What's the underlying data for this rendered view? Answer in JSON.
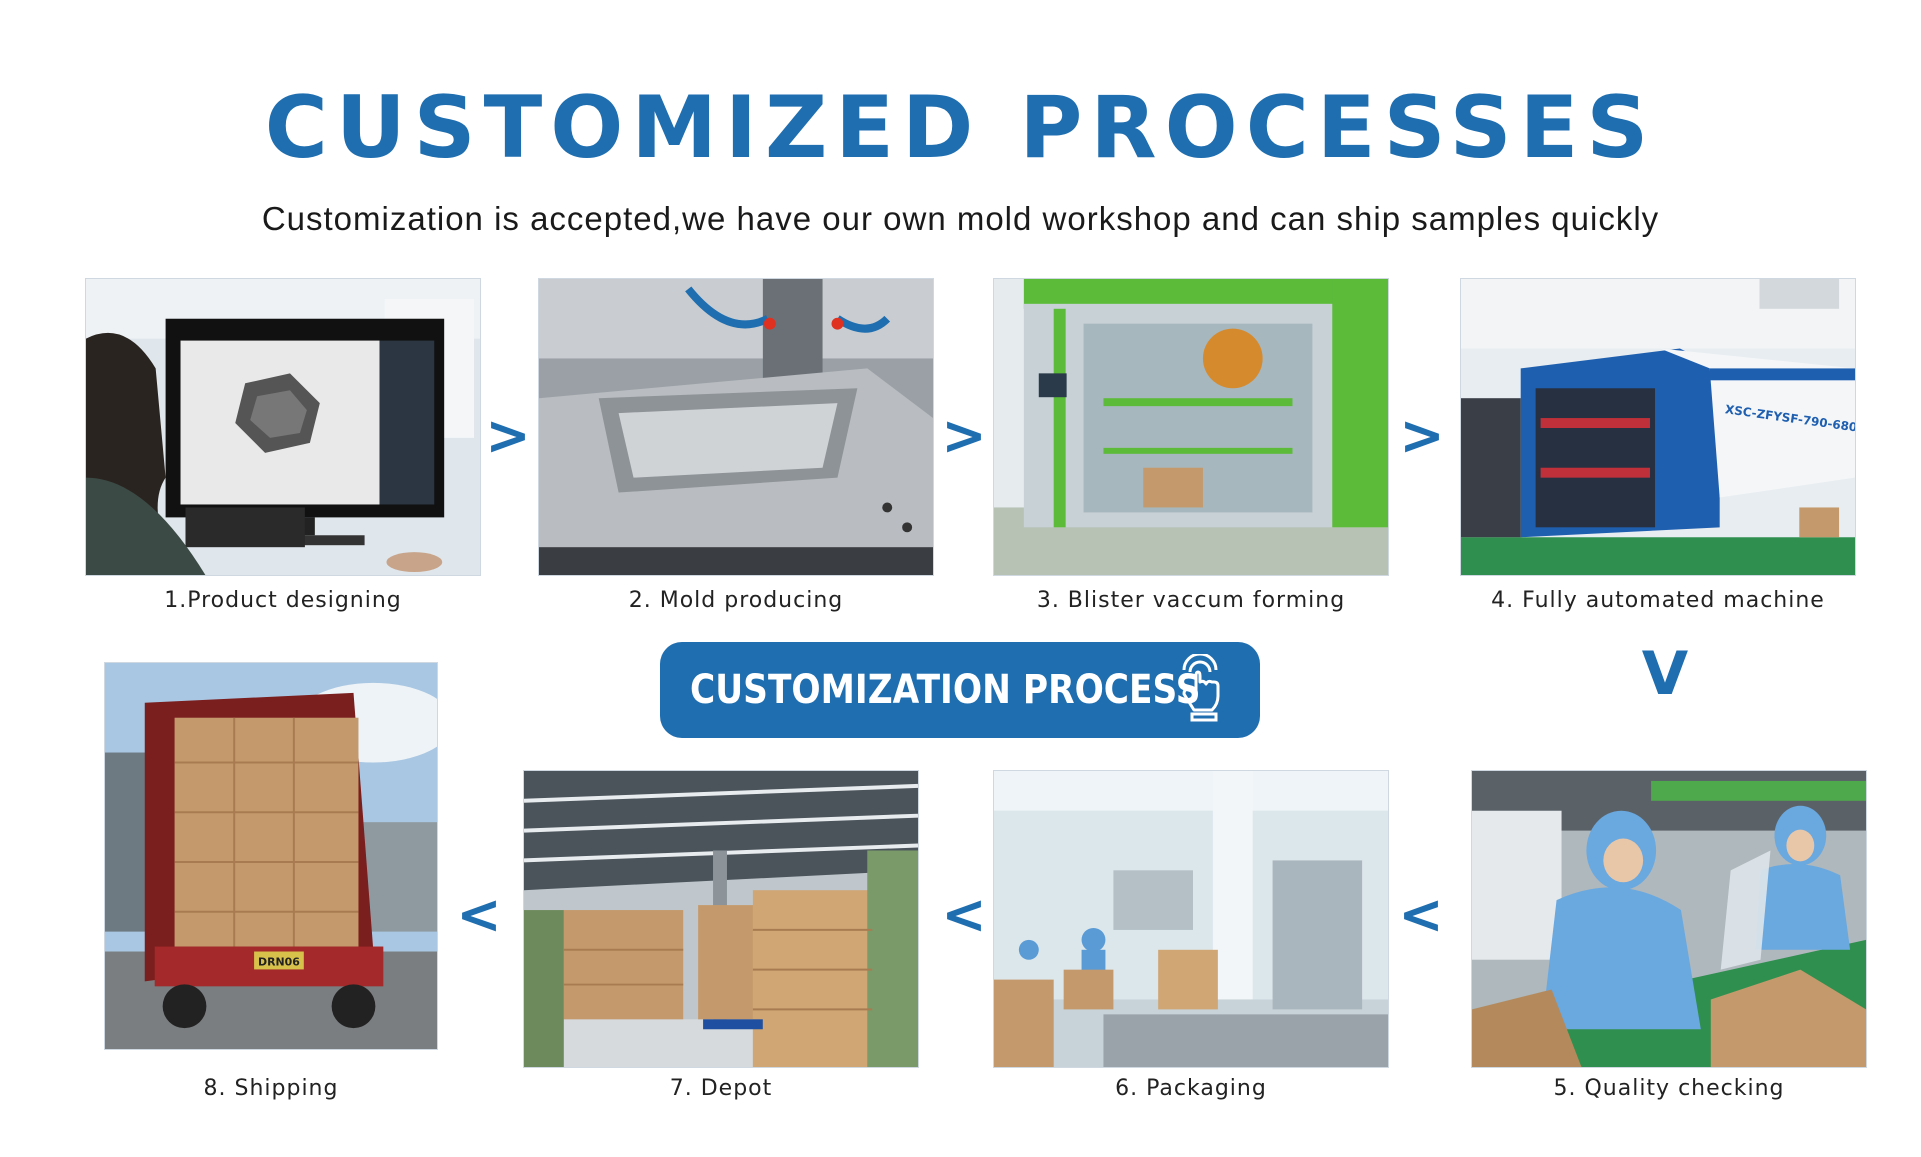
{
  "header": {
    "title": "CUSTOMIZED PROCESSES",
    "subtitle": "Customization is accepted,we have our own mold workshop and can ship samples quickly"
  },
  "center_badge": {
    "label": "CUSTOMIZATION PROCESS",
    "icon": "hand-touch-icon"
  },
  "steps": [
    {
      "caption": "1.Product designing",
      "photo": "designer-at-monitor"
    },
    {
      "caption": "2. Mold producing",
      "photo": "cnc-milling-mold"
    },
    {
      "caption": "3. Blister vaccum forming",
      "photo": "green-forming-machine"
    },
    {
      "caption": "4. Fully automated machine",
      "photo": "blue-automated-machine",
      "machine_label": "XSC-ZFYSF-790-680"
    },
    {
      "caption": "5. Quality checking",
      "photo": "workers-in-blue-suits"
    },
    {
      "caption": "6. Packaging",
      "photo": "clean-room-packaging"
    },
    {
      "caption": "7. Depot",
      "photo": "warehouse-boxes"
    },
    {
      "caption": "8. Shipping",
      "photo": "truck-container-loaded",
      "plate_label": "DRN06"
    }
  ],
  "arrows": {
    "right": ">",
    "down": "V",
    "left": "<"
  },
  "colors": {
    "accent": "#1f6eb0",
    "text": "#1a1a1a"
  }
}
